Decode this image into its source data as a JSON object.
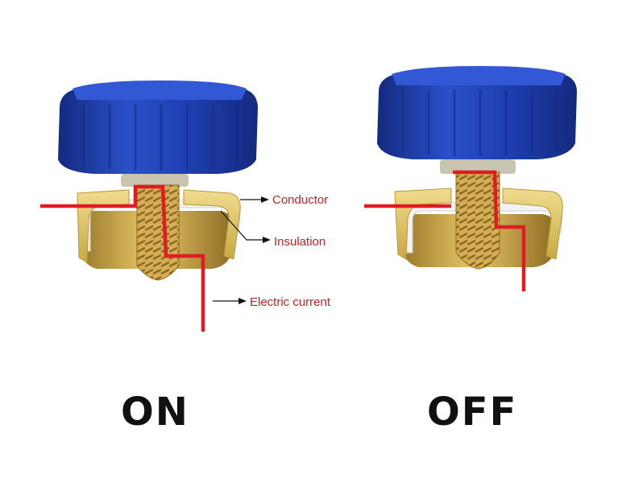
{
  "callouts": {
    "conductor": "Conductor",
    "insulation": "Insulation",
    "electric_current": "Electric current"
  },
  "states": {
    "on": "ON",
    "off": "OFF"
  },
  "colors": {
    "knob": "#1f3fb0",
    "knob_dark": "#142a80",
    "brass": "#d9b24a",
    "conductor_gold": "#e6cf7a",
    "insulation": "#f2f2f2",
    "current": "#e01b24",
    "label": "#c8202a",
    "text": "#111111"
  }
}
